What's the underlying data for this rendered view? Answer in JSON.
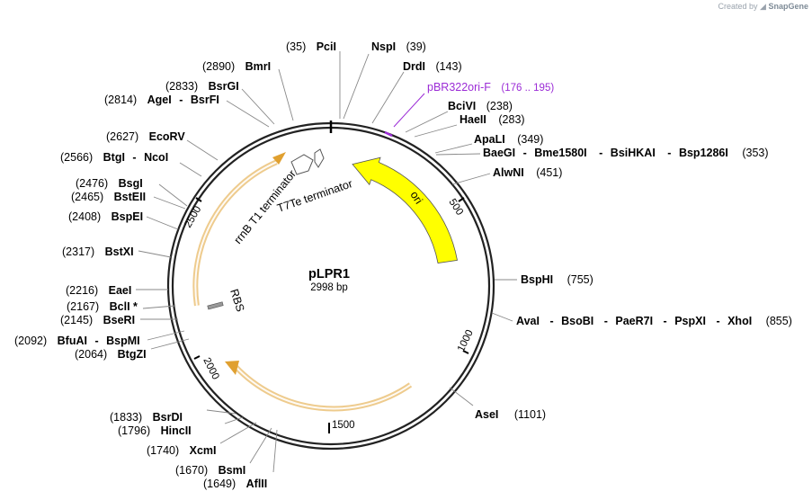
{
  "credit": {
    "prefix": "Created by",
    "brand": "SnapGene"
  },
  "plasmid": {
    "name": "pLPR1",
    "length_label": "2998 bp",
    "length": 2998
  },
  "ruler": [
    {
      "label": "500",
      "bp": 500
    },
    {
      "label": "1000",
      "bp": 1000
    },
    {
      "label": "1500",
      "bp": 1500
    },
    {
      "label": "2000",
      "bp": 2000
    },
    {
      "label": "2500",
      "bp": 2500
    }
  ],
  "features": [
    {
      "name": "ori",
      "color": "#ffff00",
      "direction": "reverse"
    },
    {
      "name": "rrnB T1 terminator",
      "color": "#ffffff"
    },
    {
      "name": "T7Te terminator",
      "color": "#ffffff"
    },
    {
      "name": "RBS",
      "color": "#999999"
    }
  ],
  "primers": [
    {
      "name": "pBR322ori-F",
      "range": "(176 .. 195)",
      "color": "#9b2bd6"
    }
  ],
  "sites": [
    {
      "pos": "(35)",
      "parts": [
        "PciI"
      ]
    },
    {
      "pos": "(39)",
      "parts": [
        "NspI"
      ]
    },
    {
      "pos": "(143)",
      "parts": [
        "DrdI"
      ]
    },
    {
      "pos": "(238)",
      "parts": [
        "BciVI"
      ]
    },
    {
      "pos": "(283)",
      "parts": [
        "HaeII"
      ]
    },
    {
      "pos": "(349)",
      "parts": [
        "ApaLI"
      ]
    },
    {
      "pos": "(353)",
      "parts": [
        "BaeGI",
        "-",
        "Bme1580I",
        "-",
        "BsiHKAI",
        "-",
        "Bsp1286I"
      ]
    },
    {
      "pos": "(451)",
      "parts": [
        "AlwNI"
      ]
    },
    {
      "pos": "(755)",
      "parts": [
        "BspHI"
      ]
    },
    {
      "pos": "(855)",
      "parts": [
        "AvaI",
        "-",
        "BsoBI",
        "-",
        "PaeR7I",
        "-",
        "PspXI",
        "-",
        "XhoI"
      ]
    },
    {
      "pos": "(1101)",
      "parts": [
        "AseI"
      ]
    },
    {
      "pos": "(1649)",
      "parts": [
        "AflII"
      ]
    },
    {
      "pos": "(1670)",
      "parts": [
        "BsmI"
      ]
    },
    {
      "pos": "(1740)",
      "parts": [
        "XcmI"
      ]
    },
    {
      "pos": "(1796)",
      "parts": [
        "HincII"
      ]
    },
    {
      "pos": "(1833)",
      "parts": [
        "BsrDI"
      ]
    },
    {
      "pos": "(2064)",
      "parts": [
        "BtgZI"
      ]
    },
    {
      "pos": "(2092)",
      "parts": [
        "BfuAI",
        "-",
        "BspMI"
      ]
    },
    {
      "pos": "(2145)",
      "parts": [
        "BseRI"
      ]
    },
    {
      "pos": "(2167)",
      "parts": [
        "BclI *"
      ]
    },
    {
      "pos": "(2216)",
      "parts": [
        "EaeI"
      ]
    },
    {
      "pos": "(2317)",
      "parts": [
        "BstXI"
      ]
    },
    {
      "pos": "(2408)",
      "parts": [
        "BspEI"
      ]
    },
    {
      "pos": "(2465)",
      "parts": [
        "BstEII"
      ]
    },
    {
      "pos": "(2476)",
      "parts": [
        "BsgI"
      ]
    },
    {
      "pos": "(2566)",
      "parts": [
        "BtgI",
        "-",
        "NcoI"
      ]
    },
    {
      "pos": "(2627)",
      "parts": [
        "EcoRV"
      ]
    },
    {
      "pos": "(2814)",
      "parts": [
        "AgeI",
        "-",
        "BsrFI"
      ]
    },
    {
      "pos": "(2833)",
      "parts": [
        "BsrGI"
      ]
    },
    {
      "pos": "(2890)",
      "parts": [
        "BmrI"
      ]
    }
  ]
}
